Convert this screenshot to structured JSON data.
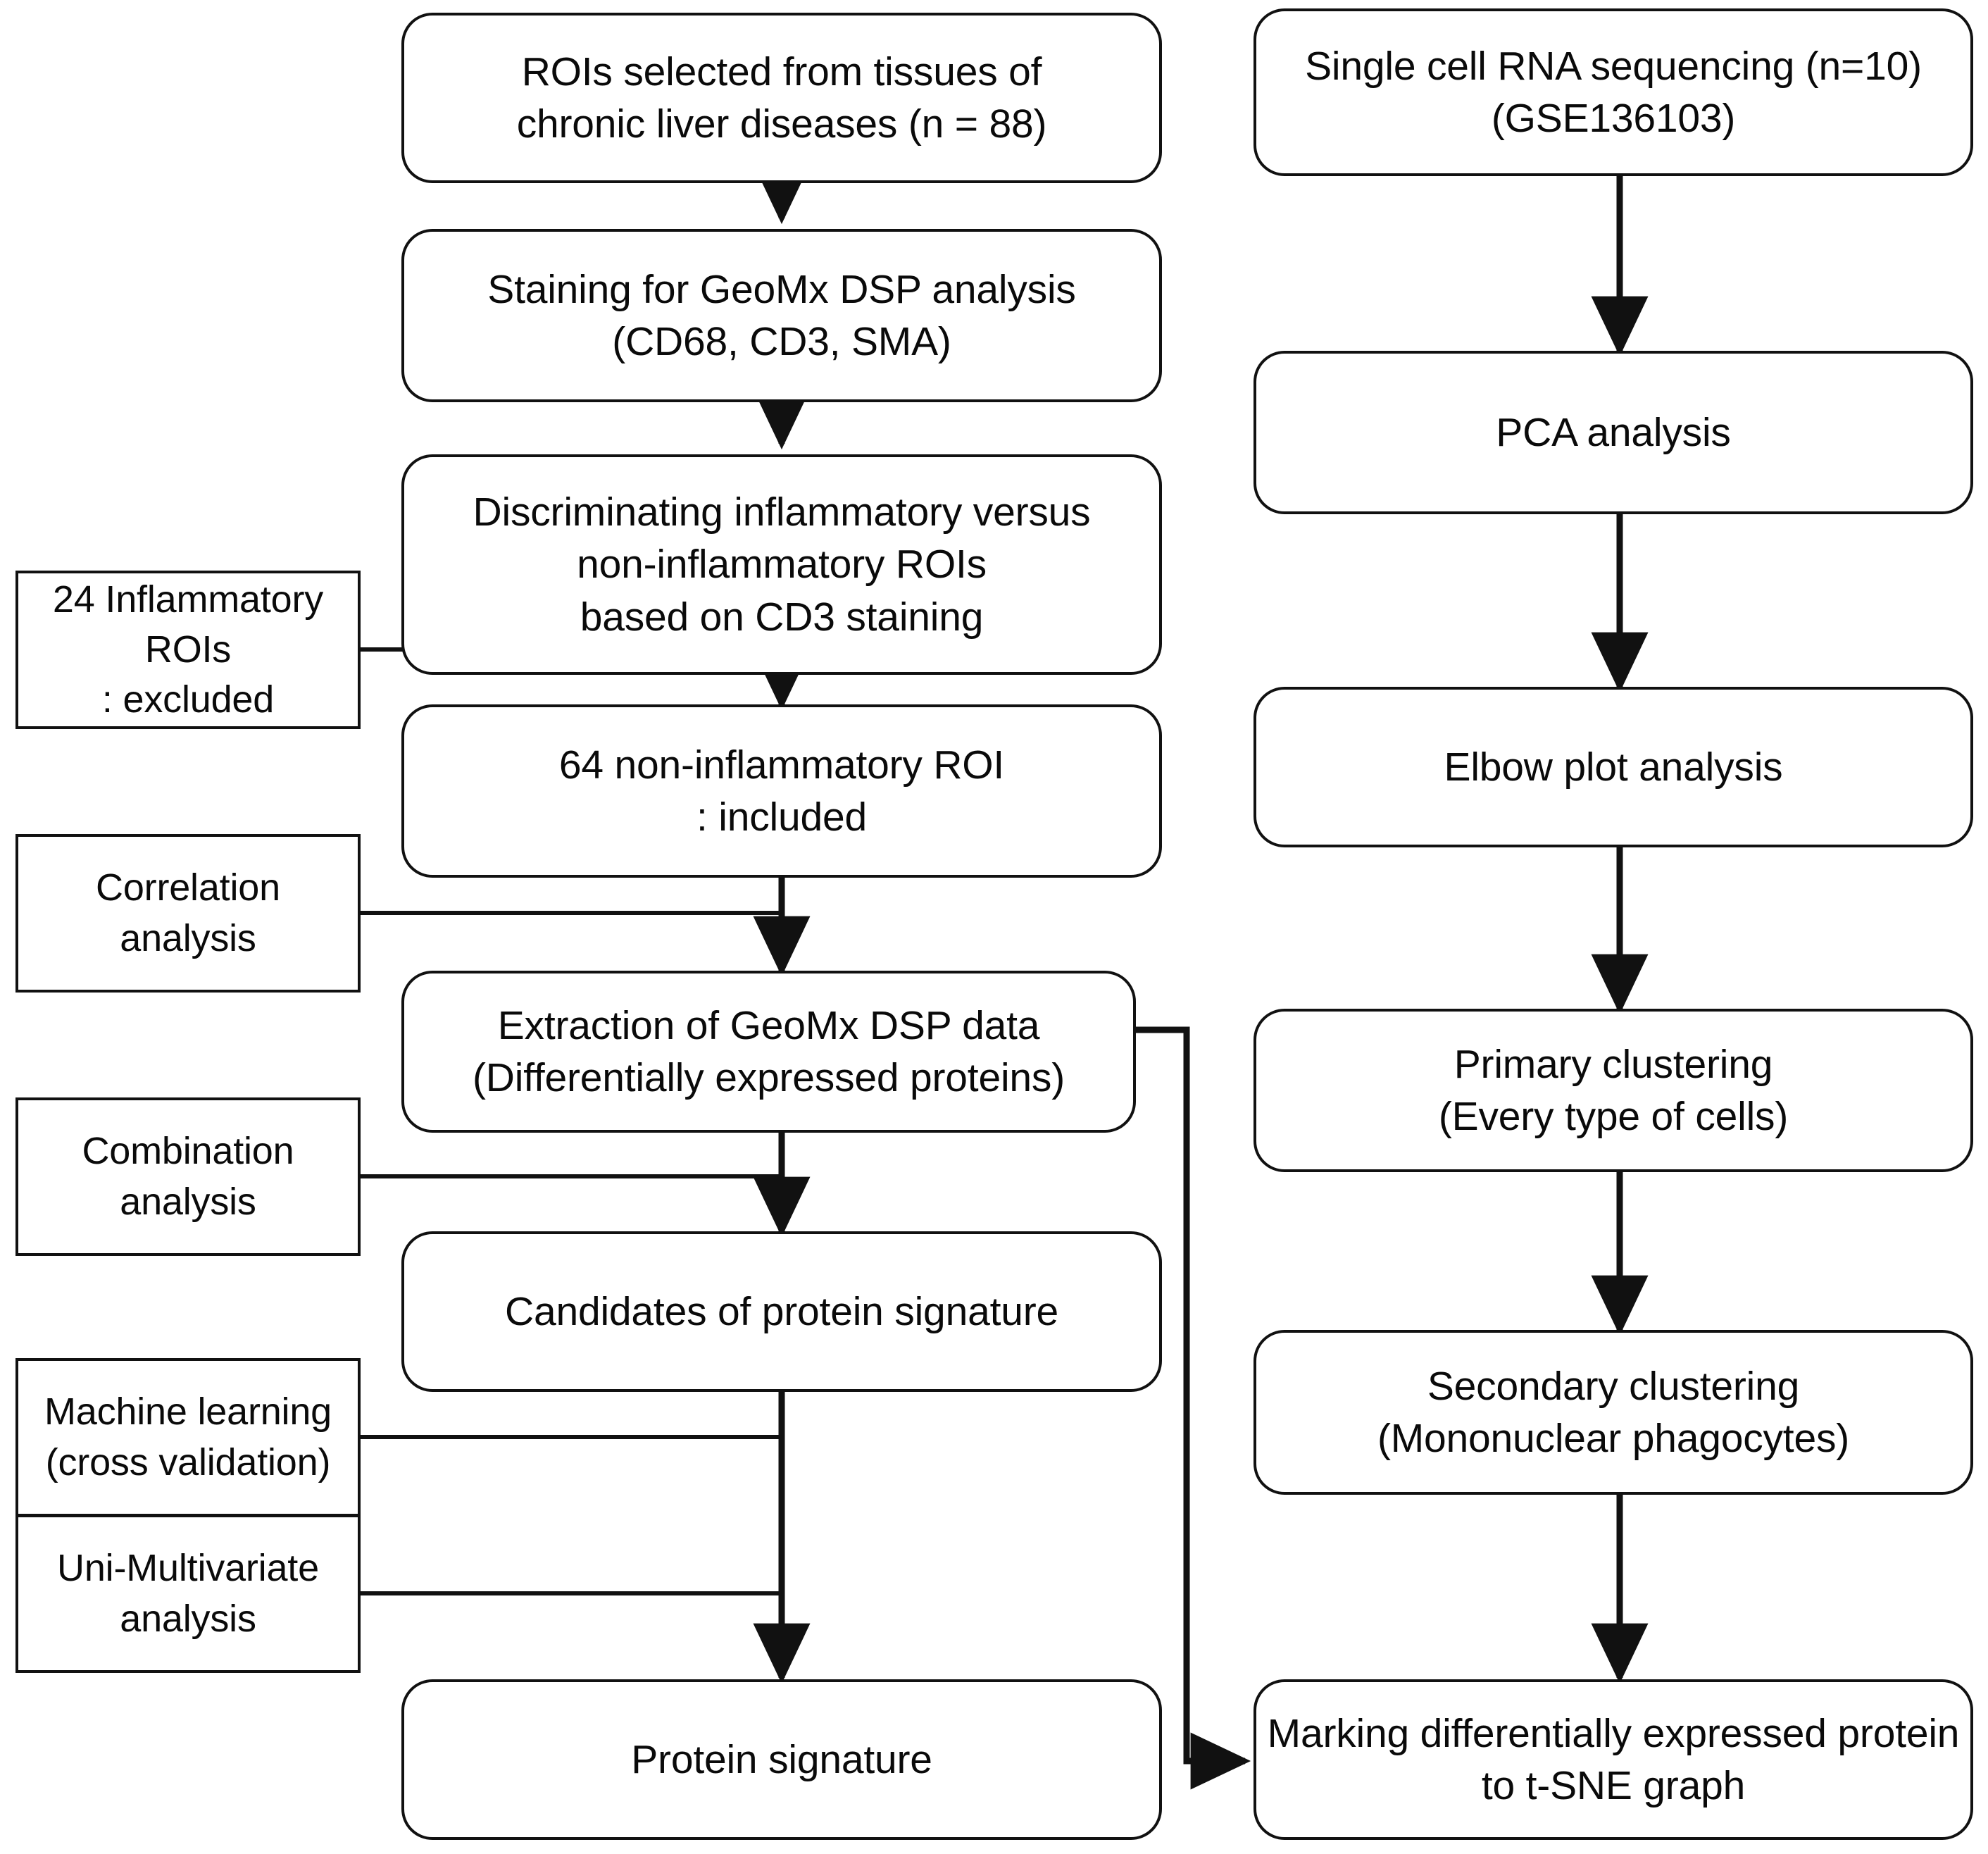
{
  "diagram": {
    "title": "Study workflow flowchart",
    "stroke_color": "#111111",
    "background_color": "#ffffff",
    "left_column": {
      "nodes": [
        {
          "id": "rois-selected",
          "text": "ROIs selected from tissues of\nchronic liver diseases (n = 88)",
          "shape": "rounded-rect"
        },
        {
          "id": "staining",
          "text": "Staining for GeoMx DSP analysis\n(CD68, CD3, SMA)",
          "shape": "rounded-rect"
        },
        {
          "id": "discriminating",
          "text": "Discriminating inflammatory versus\nnon-inflammatory ROIs\nbased on CD3 staining",
          "shape": "rounded-rect"
        },
        {
          "id": "non-inflammatory-included",
          "text": "64 non-inflammatory ROI\n: included",
          "shape": "rounded-rect"
        },
        {
          "id": "extraction",
          "text": "Extraction of GeoMx DSP data\n(Differentially expressed proteins)",
          "shape": "rounded-rect"
        },
        {
          "id": "candidates",
          "text": "Candidates of protein signature",
          "shape": "rounded-rect"
        },
        {
          "id": "protein-signature",
          "text": "Protein signature",
          "shape": "rounded-rect"
        }
      ]
    },
    "annotation_column": {
      "nodes": [
        {
          "id": "inflammatory-excluded",
          "text": "24 Inflammatory ROIs\n: excluded",
          "shape": "rect"
        },
        {
          "id": "correlation-analysis",
          "text": "Correlation\nanalysis",
          "shape": "rect"
        },
        {
          "id": "combination-analysis",
          "text": "Combination\nanalysis",
          "shape": "rect"
        },
        {
          "id": "machine-learning",
          "text": "Machine learning\n(cross validation)",
          "shape": "rect"
        },
        {
          "id": "uni-multivariate",
          "text": "Uni-Multivariate\nanalysis",
          "shape": "rect"
        }
      ]
    },
    "right_column": {
      "nodes": [
        {
          "id": "scrna-seq",
          "text": "Single cell RNA sequencing (n=10)\n(GSE136103)",
          "shape": "rounded-rect"
        },
        {
          "id": "pca",
          "text": "PCA analysis",
          "shape": "rounded-rect"
        },
        {
          "id": "elbow-plot",
          "text": "Elbow plot analysis",
          "shape": "rounded-rect"
        },
        {
          "id": "primary-clustering",
          "text": "Primary clustering\n(Every type of cells)",
          "shape": "rounded-rect"
        },
        {
          "id": "secondary-clustering",
          "text": "Secondary clustering\n(Mononuclear phagocytes)",
          "shape": "rounded-rect"
        },
        {
          "id": "marking-tsne",
          "text": "Marking differentially expressed protein\nto t-SNE graph",
          "shape": "rounded-rect"
        }
      ]
    },
    "edges": [
      {
        "from": "rois-selected",
        "to": "staining",
        "type": "arrow-down"
      },
      {
        "from": "staining",
        "to": "discriminating",
        "type": "arrow-down"
      },
      {
        "from": "discriminating",
        "to": "non-inflammatory-included",
        "type": "arrow-down"
      },
      {
        "from": "non-inflammatory-included",
        "to": "extraction",
        "type": "arrow-down"
      },
      {
        "from": "extraction",
        "to": "candidates",
        "type": "arrow-down"
      },
      {
        "from": "candidates",
        "to": "protein-signature",
        "type": "arrow-down"
      },
      {
        "from": "inflammatory-excluded",
        "to": "main-spine",
        "type": "connector-line"
      },
      {
        "from": "correlation-analysis",
        "to": "main-spine",
        "type": "connector-line"
      },
      {
        "from": "combination-analysis",
        "to": "main-spine",
        "type": "connector-line"
      },
      {
        "from": "machine-learning",
        "to": "main-spine",
        "type": "connector-line"
      },
      {
        "from": "uni-multivariate",
        "to": "main-spine",
        "type": "connector-line"
      },
      {
        "from": "scrna-seq",
        "to": "pca",
        "type": "arrow-down"
      },
      {
        "from": "pca",
        "to": "elbow-plot",
        "type": "arrow-down"
      },
      {
        "from": "elbow-plot",
        "to": "primary-clustering",
        "type": "arrow-down"
      },
      {
        "from": "primary-clustering",
        "to": "secondary-clustering",
        "type": "arrow-down"
      },
      {
        "from": "secondary-clustering",
        "to": "marking-tsne",
        "type": "arrow-down"
      },
      {
        "from": "extraction",
        "to": "marking-tsne",
        "type": "elbow-arrow-right"
      }
    ]
  }
}
